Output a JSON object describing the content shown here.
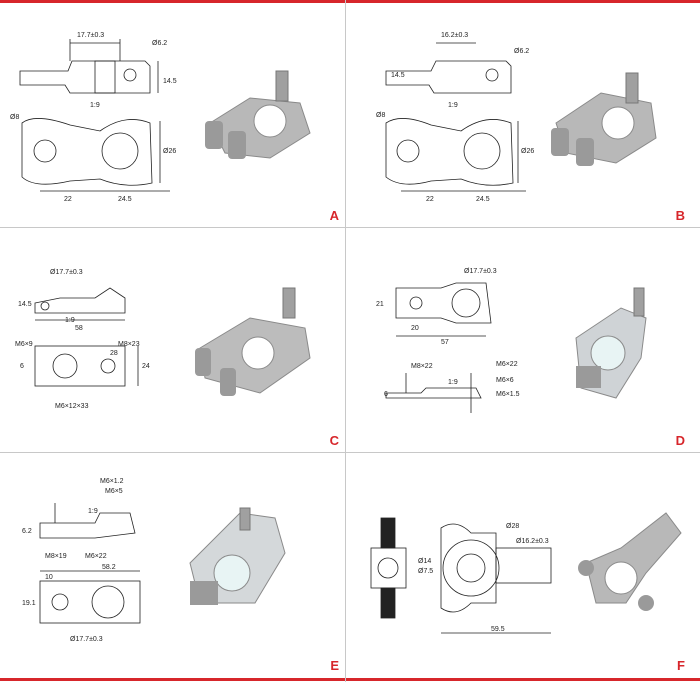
{
  "colors": {
    "accent_red": "#d7262b",
    "divider": "#c8c8c8",
    "metal": "#b8b8b8",
    "metal_dark": "#8a8a8a"
  },
  "panels": [
    {
      "letter": "A",
      "labels": {
        "dim_top": "17.7±0.3",
        "hole": "Ø6.2",
        "height": "14.5",
        "taper": "1:9",
        "bore": "Ø8",
        "dia": "Ø26",
        "w1": "22",
        "w2": "24.5"
      }
    },
    {
      "letter": "B",
      "labels": {
        "dim_top": "16.2±0.3",
        "hole": "Ø6.2",
        "height": "14.5",
        "taper": "1:9",
        "bore": "Ø8",
        "dia": "Ø26",
        "w1": "22",
        "w2": "24.5"
      }
    },
    {
      "letter": "C",
      "labels": {
        "dia": "Ø17.7±0.3",
        "height": "14.5",
        "taper": "1:9",
        "length": "58",
        "bolt1": "M6×9",
        "bolt2": "M8×23",
        "dim28": "28",
        "dim6": "6",
        "dim24": "24",
        "bolt3": "M6×12×33"
      }
    },
    {
      "letter": "D",
      "labels": {
        "dia": "Ø17.7±0.3",
        "h21": "21",
        "w20": "20",
        "w57": "57",
        "bolt1": "M8×22",
        "bolt2": "M6×22",
        "bolt3": "M6×6",
        "bolt4": "M6×1.5",
        "taper": "1:9",
        "dim6": "6"
      }
    },
    {
      "letter": "E",
      "labels": {
        "bolt1": "M6×1.2",
        "bolt2": "M6×5",
        "taper": "1:9",
        "h62": "6.2",
        "bolt3": "M8×19",
        "bolt4": "M6×22",
        "w582": "58.2",
        "w10": "10",
        "h191": "19.1",
        "dia": "Ø17.7±0.3"
      }
    },
    {
      "letter": "F",
      "labels": {
        "d28": "Ø28",
        "d162": "Ø16.2±0.3",
        "d14": "Ø14",
        "d75": "Ø7.5",
        "w595": "59.5"
      }
    }
  ]
}
